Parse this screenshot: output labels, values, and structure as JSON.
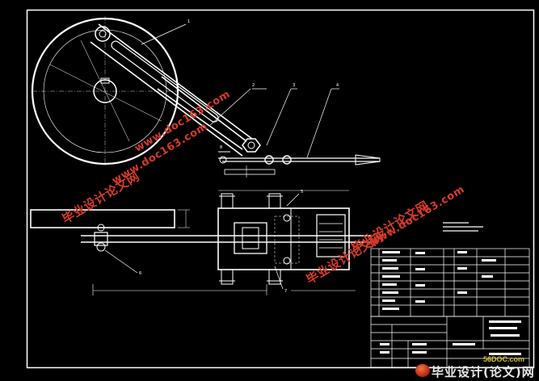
{
  "drawing": {
    "background": "#000000",
    "line_color": "#ffffff",
    "accent_color": "#d63a2a",
    "balloon_labels": [
      "1",
      "2",
      "3",
      "4",
      "5",
      "6",
      "7",
      "8"
    ]
  },
  "watermarks": [
    {
      "text": "毕业设计论文网",
      "kind": "cn"
    },
    {
      "text": "www.doc163.com",
      "kind": "url"
    },
    {
      "text": "www.doc163.com",
      "kind": "url"
    },
    {
      "text": "毕业设计论文网",
      "kind": "cn"
    },
    {
      "text": "www.doc163.com",
      "kind": "url"
    },
    {
      "text": "毕业设计论文网",
      "kind": "cn"
    }
  ],
  "site_logo": {
    "sub": "56DOC.com",
    "main": "毕业设计(论文)网"
  }
}
